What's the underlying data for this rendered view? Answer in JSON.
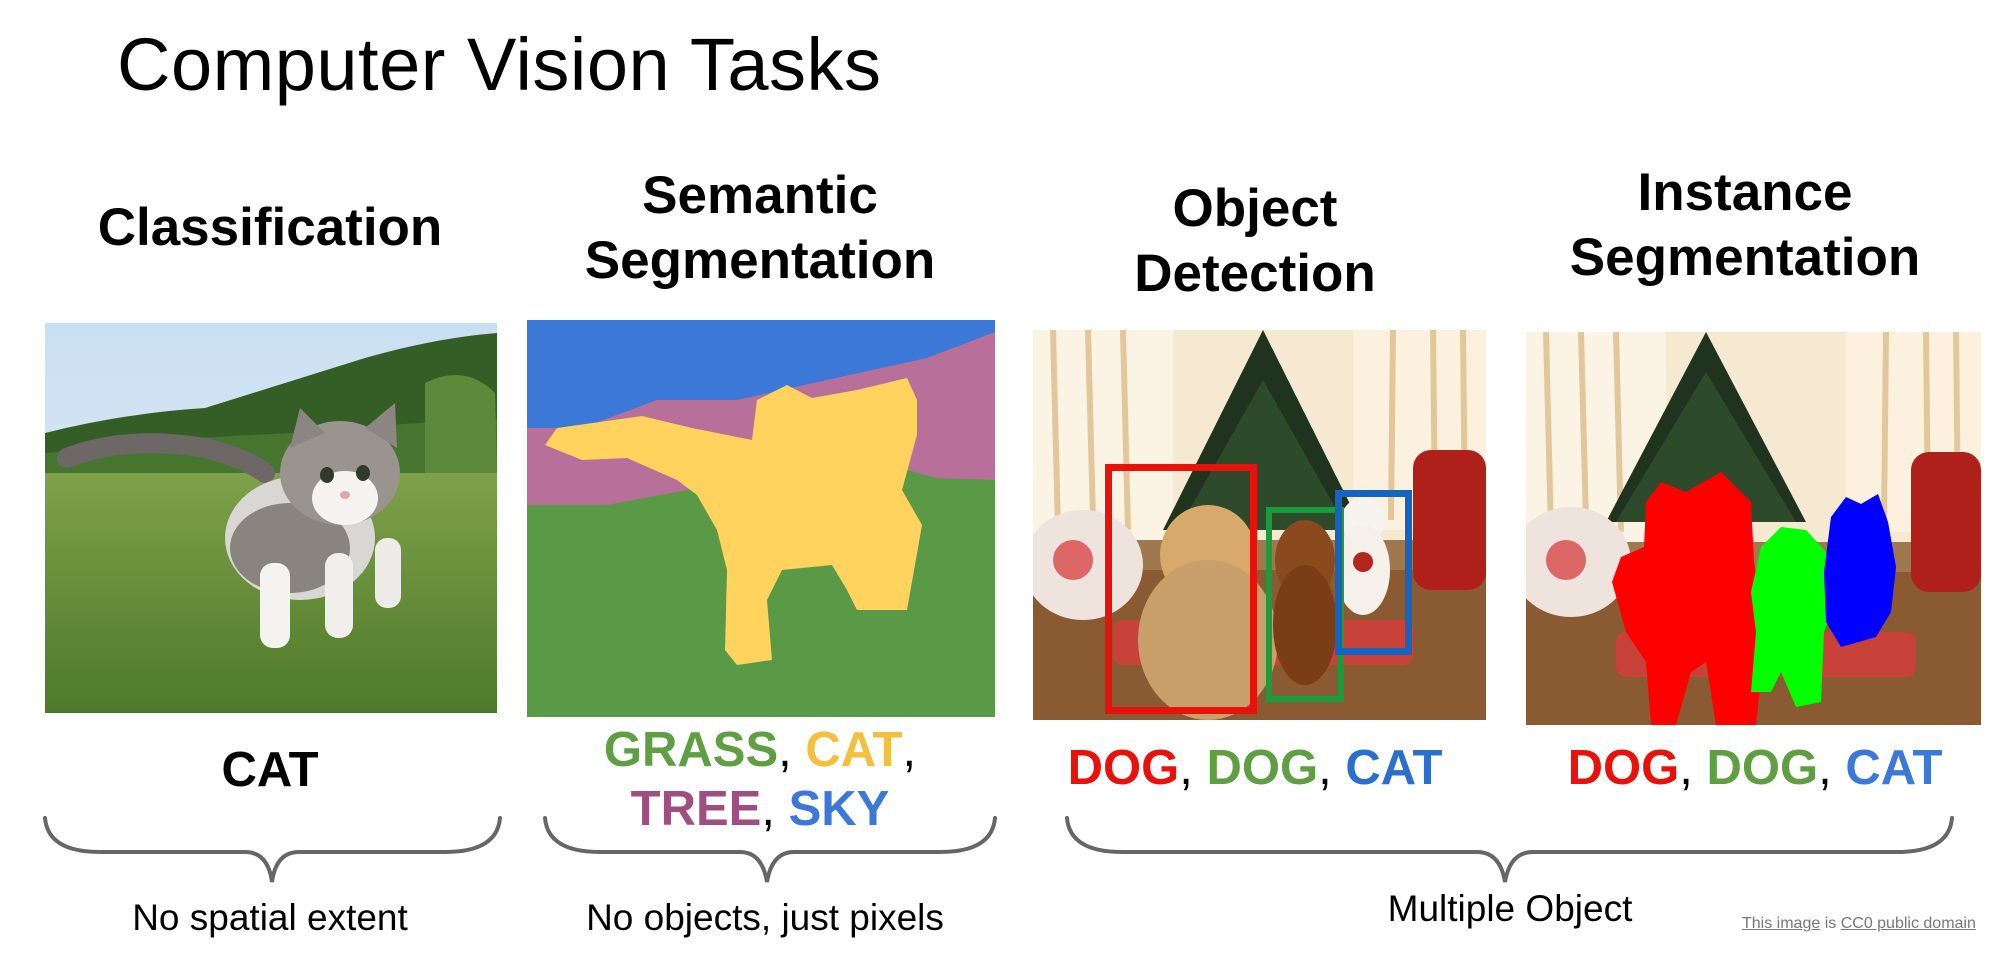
{
  "title": "Computer Vision Tasks",
  "columns": {
    "classification": {
      "title": "Classification",
      "label": "CAT",
      "caption": "No spatial extent"
    },
    "semantic": {
      "title_line1": "Semantic",
      "title_line2": "Segmentation",
      "labels_line1": [
        {
          "text": "GRASS",
          "color": "#5f9e43"
        },
        {
          "text": ", ",
          "color": "#000000"
        },
        {
          "text": "CAT",
          "color": "#f3bf3f"
        },
        {
          "text": ",",
          "color": "#000000"
        }
      ],
      "labels_line2": [
        {
          "text": "TREE",
          "color": "#9e4f7f"
        },
        {
          "text": ", ",
          "color": "#000000"
        },
        {
          "text": "SKY",
          "color": "#3c78d8"
        }
      ],
      "caption": "No objects, just pixels",
      "region_colors": {
        "sky": "#3c78d8",
        "tree": "#b86f9a",
        "grass": "#5a9a46",
        "cat": "#ffd35e"
      }
    },
    "detection": {
      "title_line1": "Object",
      "title_line2": "Detection",
      "labels": [
        {
          "text": "DOG",
          "color": "#e8120c"
        },
        {
          "text": ", ",
          "color": "#000000"
        },
        {
          "text": "DOG",
          "color": "#5f9e43"
        },
        {
          "text": ", ",
          "color": "#000000"
        },
        {
          "text": "CAT",
          "color": "#2a6fce"
        }
      ],
      "box_colors": [
        "#e8120c",
        "#1b9c3c",
        "#1565c0"
      ]
    },
    "instance": {
      "title_line1": "Instance",
      "title_line2": "Segmentation",
      "labels": [
        {
          "text": "DOG",
          "color": "#e8120c"
        },
        {
          "text": ", ",
          "color": "#000000"
        },
        {
          "text": "DOG",
          "color": "#5f9e43"
        },
        {
          "text": ", ",
          "color": "#000000"
        },
        {
          "text": "CAT",
          "color": "#3c78d8"
        }
      ],
      "mask_colors": [
        "#ff0000",
        "#00ff00",
        "#0000ff"
      ]
    }
  },
  "shared_caption": "Multiple Object",
  "credit": {
    "link1": "This image",
    "middle": " is ",
    "link2": "CC0 public domain"
  }
}
